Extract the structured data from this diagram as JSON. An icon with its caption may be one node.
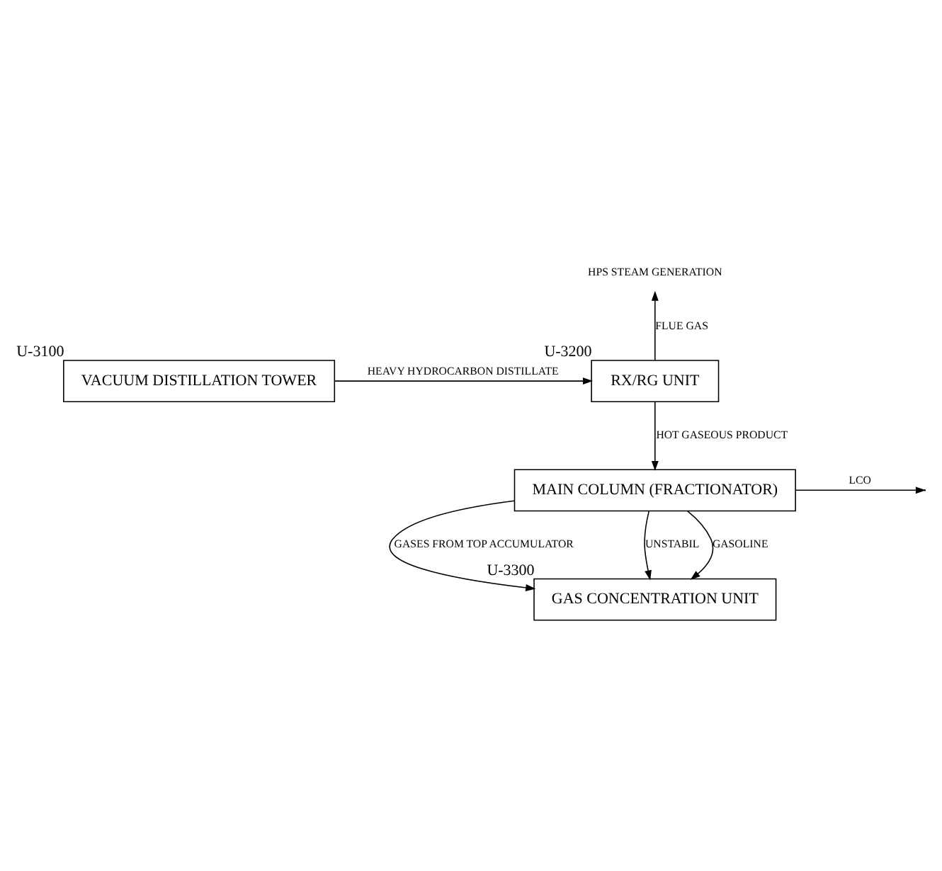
{
  "diagram": {
    "nodes": [
      {
        "text": [
          "VACUUM DISTILLATION TOWER"
        ],
        "beside": [
          "U-3100"
        ]
      },
      {
        "text": [
          "RX/RG UNIT"
        ],
        "beside": [
          "U-3200"
        ]
      },
      {
        "text": [
          "MAIN COLUMN (FRACTIONATOR)"
        ]
      },
      {
        "text": [
          "GAS CONCENTRATION UNIT"
        ],
        "beside": [
          "U-3300"
        ]
      },
      {
        "text": [
          "HPS STEAM GENERATION"
        ]
      }
    ],
    "edges": [
      {
        "from": 0,
        "to": 1,
        "arrow": "to",
        "label": "HEAVY HYDROCARBON DISTILLATE"
      },
      {
        "from": 1,
        "to": 4,
        "arrow": "to",
        "label": "FLUE GAS"
      },
      {
        "from": 1,
        "to": 2,
        "arrow": "to",
        "label": "HOT GASEOUS PRODUCT"
      },
      {
        "from": 2,
        "to": null,
        "arrow": "to",
        "label": "LCO"
      },
      {
        "from": 2,
        "to": 3,
        "arrow": "to",
        "label": "GASES FROM TOP ACCUMULATOR"
      },
      {
        "from": 2,
        "to": 3,
        "arrow": "to",
        "label": "UNSTABIL"
      },
      {
        "from": 2,
        "to": 3,
        "arrow": "to",
        "label": "GASOLINE"
      }
    ]
  }
}
